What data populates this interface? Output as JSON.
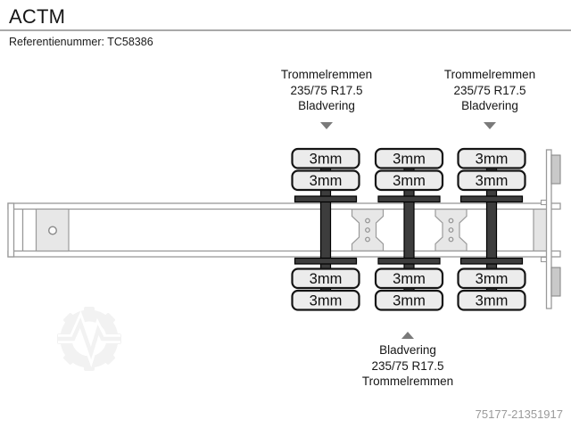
{
  "page": {
    "title": "ACTM",
    "reference_line": "Referentienummer: TC58386",
    "watermark_id": "75177-21351917"
  },
  "diagram": {
    "top_labels": [
      {
        "lines": [
          "Trommelremmen",
          "235/75 R17.5",
          "Bladvering"
        ]
      },
      {
        "lines": [
          "Trommelremmen",
          "235/75 R17.5",
          "Bladvering"
        ]
      }
    ],
    "bottom_label": {
      "lines": [
        "Bladvering",
        "235/75 R17.5",
        "Trommelremmen"
      ]
    },
    "axles": [
      {
        "tires": [
          "3mm",
          "3mm",
          "3mm",
          "3mm"
        ]
      },
      {
        "tires": [
          "3mm",
          "3mm",
          "3mm",
          "3mm"
        ]
      },
      {
        "tires": [
          "3mm",
          "3mm",
          "3mm",
          "3mm"
        ]
      }
    ],
    "icons": {
      "arrow_down": "arrow-down-icon",
      "arrow_up": "arrow-up-icon",
      "gear_watermark": "gear-logo-watermark-icon"
    },
    "colors": {
      "chassis_outline": "#999999",
      "plate_fill": "#e7e7e7",
      "dark_parts": "#3d3d3d",
      "tire_fill": "#ececec",
      "tire_border": "#141414",
      "arrow": "#7a7a7a",
      "watermark_text": "#9a9a9a",
      "watermark_logo": "#f2f2f2"
    }
  }
}
